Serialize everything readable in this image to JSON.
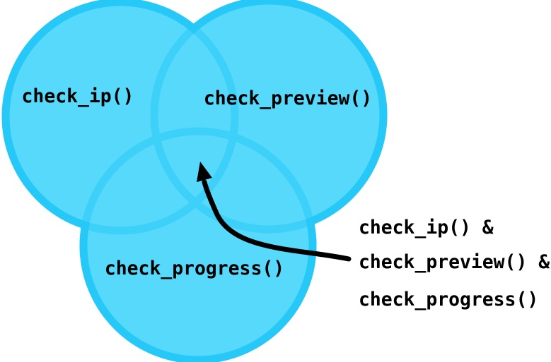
{
  "diagram": {
    "type": "venn",
    "background": "#FFFFFF",
    "circle_fill": "#57D9FB",
    "circle_stroke": "#25C8F6",
    "label_color": "#000000",
    "sets": [
      {
        "label": "check_ip()"
      },
      {
        "label": "check_preview()"
      },
      {
        "label": "check_progress()"
      }
    ],
    "annotation": {
      "color": "#000000",
      "lines": [
        "check_ip() &",
        "check_preview() &",
        "check_progress()"
      ]
    }
  }
}
